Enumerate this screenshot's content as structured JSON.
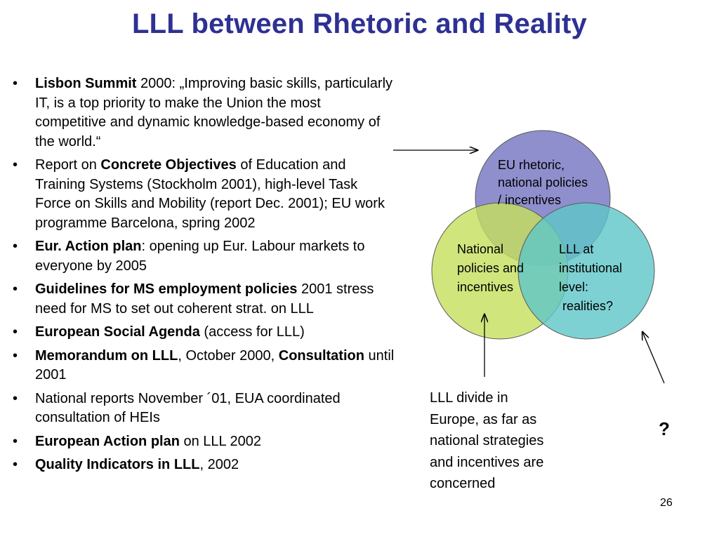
{
  "title": "LLL between Rhetoric and Reality",
  "bullets": [
    {
      "bold": "Lisbon Summit",
      "text": " 2000: „Improving basic skills, particularly IT, is a top priority to make the Union the most competitive and dynamic knowledge-based economy of the world.“"
    },
    {
      "pre": "Report on ",
      "bold": "Concrete Objectives",
      "text": " of Education and Training Systems (Stockholm 2001), high-level  Task Force on Skills and Mobility (report Dec. 2001); EU work programme Barcelona, spring 2002"
    },
    {
      "bold": "Eur. Action plan",
      "text": ": opening up Eur. Labour markets to everyone by 2005"
    },
    {
      "bold": "Guidelines for MS employment policies",
      "text": " 2001 stress need for MS to set out coherent strat. on LLL"
    },
    {
      "bold": "European Social Agenda",
      "text": " (access for LLL)"
    },
    {
      "bold": "Memorandum on LLL",
      "text": ", October 2000, ",
      "bold2": "Consultation",
      "text2": " until 2001"
    },
    {
      "text": "National reports November ´01, EUA coordinated consultation of HEIs"
    },
    {
      "bold": "European Action plan",
      "text": " on LLL 2002"
    },
    {
      "bold": "Quality Indicators in LLL",
      "text": ", 2002"
    }
  ],
  "diagram": {
    "eu_lines": [
      "EU rhetoric,",
      "national policies",
      "/ incentives"
    ],
    "national_lines": [
      "National",
      "policies and",
      "incentives"
    ],
    "institutional_lines": [
      "LLL at",
      "institutional",
      "level:",
      " realities?"
    ],
    "colors": {
      "eu": "#7b7bc6",
      "national": "#c6de5c",
      "institutional": "#5ec6c8",
      "overlap": "#6bbf4f",
      "edge": "#5a5a5a"
    }
  },
  "caption": "LLL divide in Europe, as far as national strategies and incentives are concerned",
  "question_mark": "?",
  "page_number": "26"
}
